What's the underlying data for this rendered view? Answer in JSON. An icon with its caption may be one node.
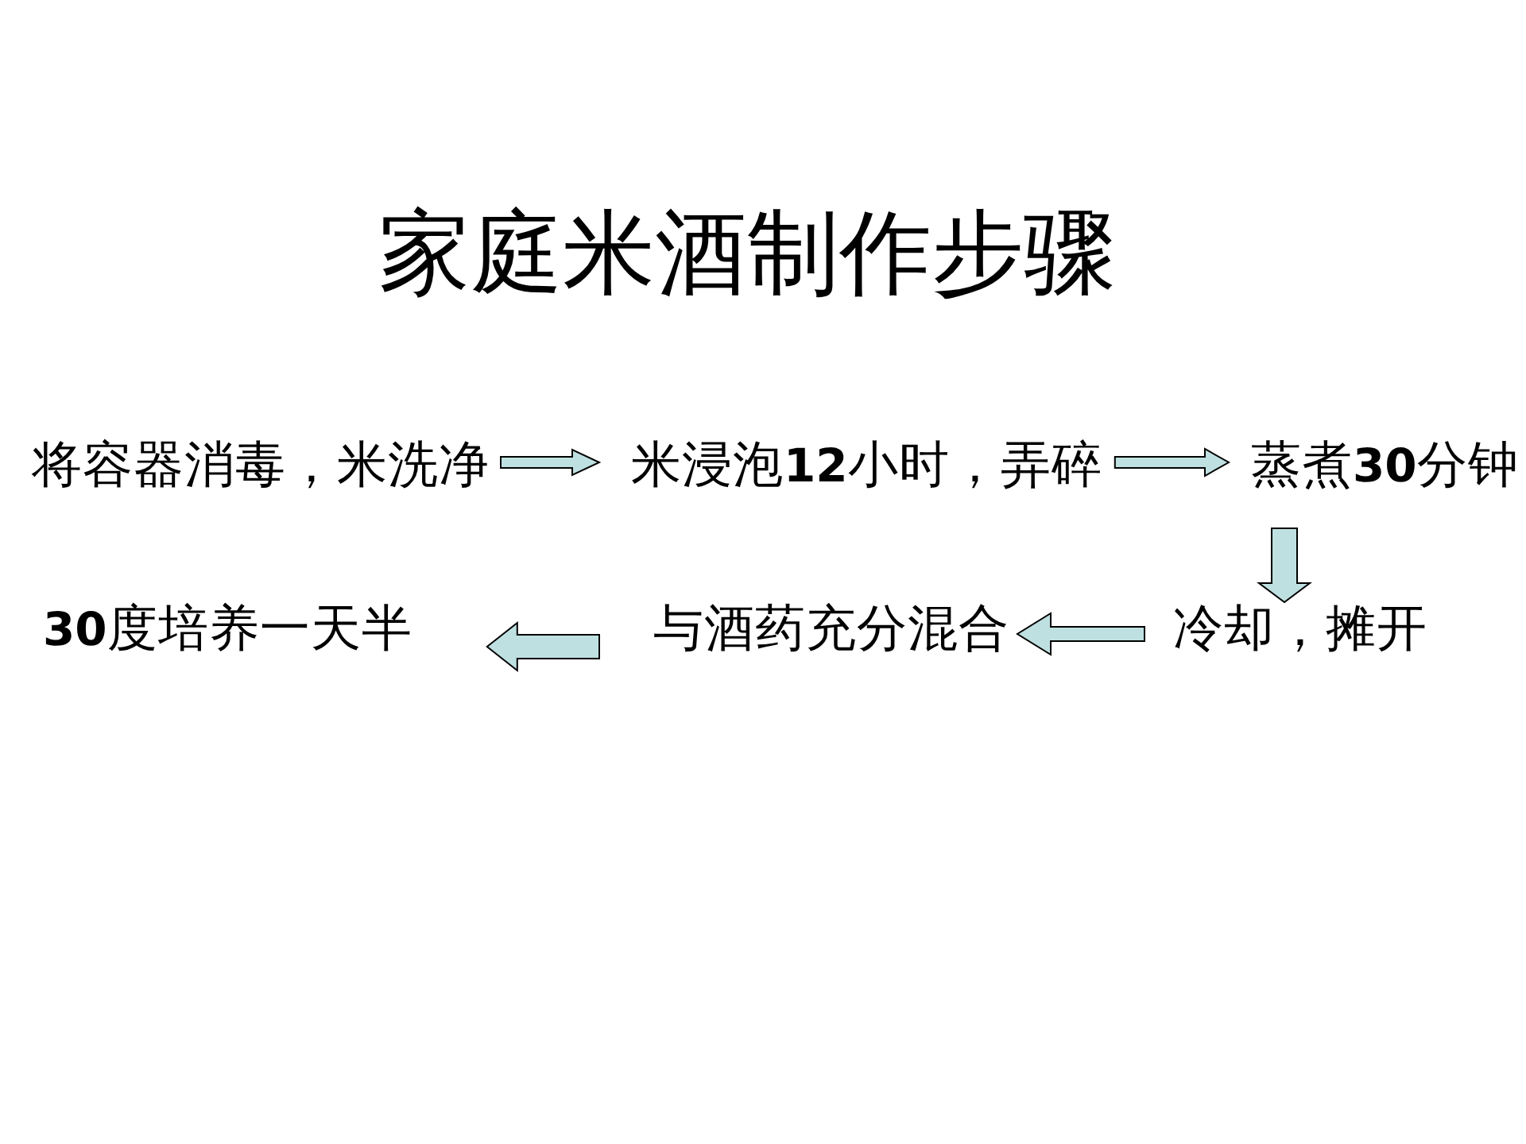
{
  "diagram": {
    "title": "家庭米酒制作步骤",
    "nodes": [
      {
        "text": [
          "将容器消毒，米洗净"
        ]
      },
      {
        "text": [
          "米浸泡**12**小时，弄碎"
        ]
      },
      {
        "text": [
          "蒸煮**30**分钟"
        ]
      },
      {
        "text": [
          "冷却，摊开"
        ]
      },
      {
        "text": [
          "与酒药充分混合"
        ]
      },
      {
        "text": [
          "**30**度培养一天半"
        ]
      }
    ],
    "edges": [
      {
        "from": 0,
        "to": 1,
        "arrow": "to"
      },
      {
        "from": 1,
        "to": 2,
        "arrow": "to"
      },
      {
        "from": 2,
        "to": 3,
        "arrow": "to"
      },
      {
        "from": 3,
        "to": 4,
        "arrow": "to"
      },
      {
        "from": 4,
        "to": 5,
        "arrow": "to"
      }
    ]
  }
}
